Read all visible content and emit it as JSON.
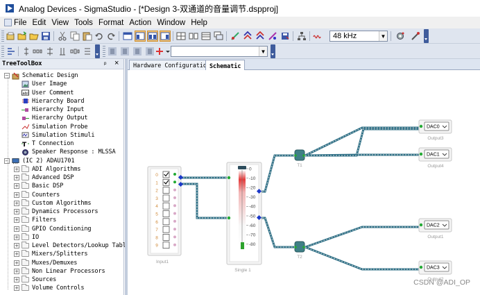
{
  "window": {
    "title": "Analog Devices - SigmaStudio - [*Design 3-双通道的音量调节.dspproj]"
  },
  "menu": {
    "items": [
      "File",
      "Edit",
      "View",
      "Tools",
      "Format",
      "Action",
      "Window",
      "Help"
    ]
  },
  "toolbar": {
    "sample_rate": "48 kHz"
  },
  "sidebar": {
    "title": "TreeToolBox",
    "pin_glyph": "ᵖ",
    "close_glyph": "×",
    "items": [
      {
        "label": "Schematic Design",
        "level": 0,
        "expander": "−",
        "icon": "design-icon"
      },
      {
        "label": "User Image",
        "level": 1,
        "expander": "",
        "icon": "image-icon"
      },
      {
        "label": "User Comment",
        "level": 1,
        "expander": "",
        "icon": "comment-icon"
      },
      {
        "label": "Hierarchy Board",
        "level": 1,
        "expander": "",
        "icon": "board-icon"
      },
      {
        "label": "Hierarchy Input",
        "level": 1,
        "expander": "",
        "icon": "input-icon"
      },
      {
        "label": "Hierarchy Output",
        "level": 1,
        "expander": "",
        "icon": "output-icon"
      },
      {
        "label": "Simulation Probe",
        "level": 1,
        "expander": "",
        "icon": "probe-icon"
      },
      {
        "label": "Simulation Stimuli",
        "level": 1,
        "expander": "",
        "icon": "stimuli-icon"
      },
      {
        "label": "T Connection",
        "level": 1,
        "expander": "",
        "icon": "t-connection-icon"
      },
      {
        "label": "Speaker Response : MLSSA",
        "level": 1,
        "expander": "",
        "icon": "speaker-icon"
      },
      {
        "label": "(IC 2) ADAU1701",
        "level": 0,
        "expander": "−",
        "icon": "chip-icon"
      },
      {
        "label": "ADI Algorithms",
        "level": 1,
        "expander": "+",
        "icon": "folder-icon"
      },
      {
        "label": "Advanced DSP",
        "level": 1,
        "expander": "+",
        "icon": "folder-icon"
      },
      {
        "label": "Basic DSP",
        "level": 1,
        "expander": "+",
        "icon": "folder-icon"
      },
      {
        "label": "Counters",
        "level": 1,
        "expander": "+",
        "icon": "folder-icon"
      },
      {
        "label": "Custom Algorithms",
        "level": 1,
        "expander": "+",
        "icon": "folder-icon"
      },
      {
        "label": "Dynamics Processors",
        "level": 1,
        "expander": "+",
        "icon": "folder-icon"
      },
      {
        "label": "Filters",
        "level": 1,
        "expander": "+",
        "icon": "folder-icon"
      },
      {
        "label": "GPIO Conditioning",
        "level": 1,
        "expander": "+",
        "icon": "folder-icon"
      },
      {
        "label": "IO",
        "level": 1,
        "expander": "+",
        "icon": "folder-icon"
      },
      {
        "label": "Level Detectors/Lookup Tables",
        "level": 1,
        "expander": "+",
        "icon": "folder-icon"
      },
      {
        "label": "Mixers/Splitters",
        "level": 1,
        "expander": "+",
        "icon": "folder-icon"
      },
      {
        "label": "Muxes/Demuxes",
        "level": 1,
        "expander": "+",
        "icon": "folder-icon"
      },
      {
        "label": "Non Linear Processors",
        "level": 1,
        "expander": "+",
        "icon": "folder-icon"
      },
      {
        "label": "Sources",
        "level": 1,
        "expander": "+",
        "icon": "folder-icon"
      },
      {
        "label": "Volume Controls",
        "level": 1,
        "expander": "+",
        "icon": "folder-icon"
      }
    ]
  },
  "tabs": [
    {
      "label": "Hardware Configuration",
      "active": false
    },
    {
      "label": "Schematic",
      "active": true
    }
  ],
  "schematic": {
    "input_block": {
      "label": "Input1",
      "rows": [
        {
          "num": "0",
          "checked": true
        },
        {
          "num": "1",
          "checked": true
        },
        {
          "num": "2",
          "checked": false
        },
        {
          "num": "3",
          "checked": false
        },
        {
          "num": "4",
          "checked": false
        },
        {
          "num": "5",
          "checked": false
        },
        {
          "num": "6",
          "checked": false
        },
        {
          "num": "7",
          "checked": false
        },
        {
          "num": "8",
          "checked": false
        },
        {
          "num": "9",
          "checked": false
        }
      ]
    },
    "volume_block": {
      "label": "Single 1",
      "ticks": [
        "0",
        "-10",
        "-20",
        "-30",
        "-40",
        "-50",
        "-60",
        "-70",
        "-80"
      ]
    },
    "t_blocks": [
      {
        "label": "T1"
      },
      {
        "label": "T2"
      }
    ],
    "dacs": [
      {
        "label": "DAC0",
        "output": "Output3"
      },
      {
        "label": "DAC1",
        "output": "Output4"
      },
      {
        "label": "DAC2",
        "output": "Output1"
      },
      {
        "label": "DAC3",
        "output": "Output2"
      }
    ],
    "colors": {
      "wire": "#2c6f86",
      "wire_dash": "#d7d7d7",
      "port": "#22aa33",
      "port_in": "#1b38c9",
      "t_block": "#3f7f86",
      "row_number": "#d08a3a"
    }
  },
  "watermark": "CSDN @ADI_OP"
}
